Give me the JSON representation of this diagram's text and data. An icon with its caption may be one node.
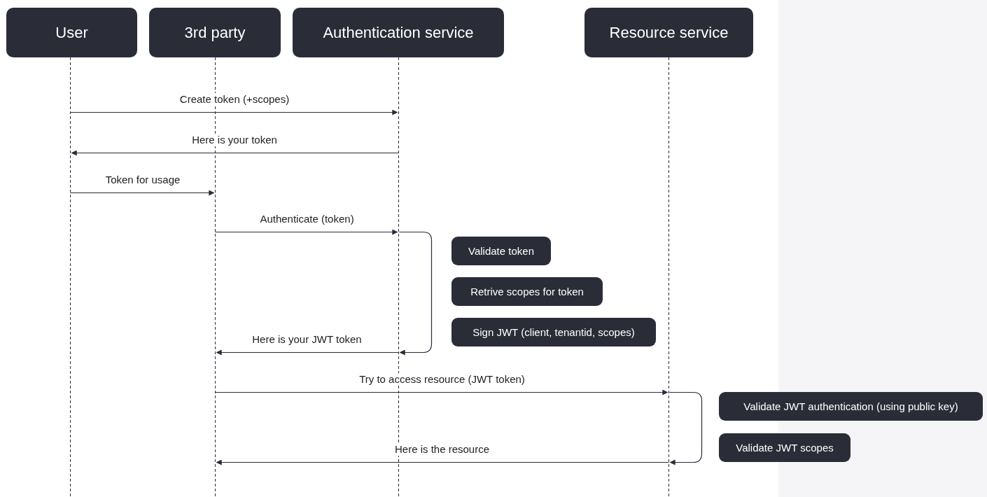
{
  "diagram": {
    "nodes": [
      {
        "text": [
          "User"
        ]
      },
      {
        "text": [
          "3rd party"
        ]
      },
      {
        "text": [
          "Authentication service"
        ]
      },
      {
        "text": [
          "Resource service"
        ]
      },
      {
        "text": [
          "Validate token"
        ]
      },
      {
        "text": [
          "Retrive scopes for token"
        ]
      },
      {
        "text": [
          "Sign JWT (client, tenantid, scopes)"
        ]
      },
      {
        "text": [
          "Validate JWT authentication (using public key)"
        ]
      },
      {
        "text": [
          "Validate JWT scopes"
        ]
      },
      {
        "text": [],
        "shape": "line"
      },
      {
        "text": [],
        "shape": "line"
      },
      {
        "text": [],
        "shape": "line"
      },
      {
        "text": [],
        "shape": "line"
      }
    ],
    "edges": [
      {
        "from": 9,
        "to": 11,
        "arrow": "to",
        "label": "Create token (+scopes)"
      },
      {
        "from": 11,
        "to": 9,
        "arrow": "to",
        "label": "Here is your token"
      },
      {
        "from": 9,
        "to": 10,
        "arrow": "to",
        "label": "Token for usage"
      },
      {
        "from": 10,
        "to": 11,
        "arrow": "to",
        "label": "Authenticate (token)"
      },
      {
        "from": 11,
        "to": 11,
        "arrow": "to"
      },
      {
        "from": 11,
        "to": 10,
        "arrow": "to",
        "label": "Here is your JWT token"
      },
      {
        "from": 10,
        "to": 12,
        "arrow": "to",
        "label": "Try to access resource (JWT token)"
      },
      {
        "from": 12,
        "to": 12,
        "arrow": "to"
      },
      {
        "from": 12,
        "to": 10,
        "arrow": "to",
        "label": "Here is the resource"
      }
    ]
  }
}
